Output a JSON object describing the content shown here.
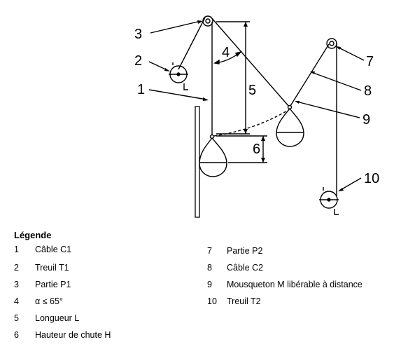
{
  "callouts": [
    "1",
    "2",
    "3",
    "4",
    "5",
    "6",
    "7",
    "8",
    "9",
    "10"
  ],
  "legend": {
    "title": "Légende",
    "items": [
      {
        "num": "1",
        "text": "Câble C1"
      },
      {
        "num": "2",
        "text": "Treuil T1"
      },
      {
        "num": "3",
        "text": "Partie P1"
      },
      {
        "num": "4",
        "text": "α ≤ 65°"
      },
      {
        "num": "5",
        "text": "Longueur L"
      },
      {
        "num": "6",
        "text": "Hauteur de chute H"
      },
      {
        "num": "7",
        "text": "Partie P2"
      },
      {
        "num": "8",
        "text": "Câble C2"
      },
      {
        "num": "9",
        "text": "Mousqueton M libérable à distance"
      },
      {
        "num": "10",
        "text": "Treuil T2"
      }
    ]
  }
}
